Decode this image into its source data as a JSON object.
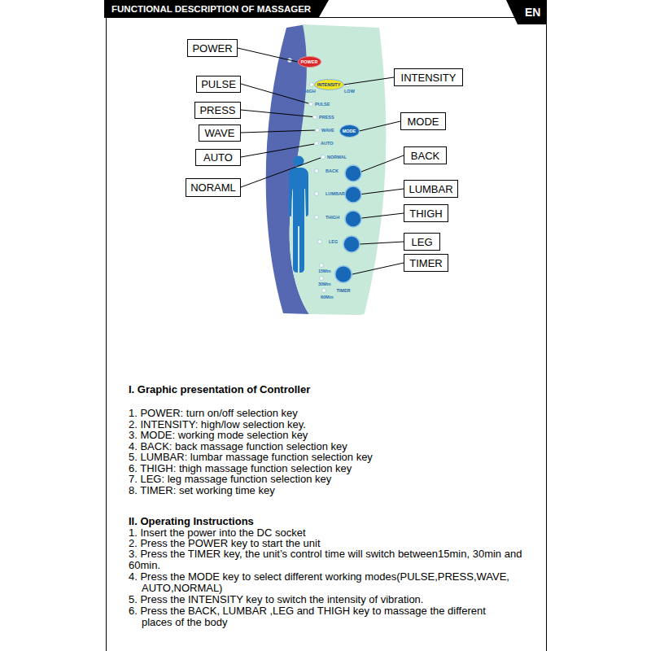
{
  "diagram": {
    "title": "FUNCTIONAL DESCRIPTION OF MASSAGER",
    "nodes": [
      {
        "text": [
          "POWER"
        ]
      },
      {
        "text": [
          "POWER"
        ]
      },
      {
        "text": [
          "INTENSITY"
        ]
      },
      {
        "text": [
          "INTENSITY"
        ]
      },
      {
        "text": [
          "PULSE"
        ]
      },
      {
        "text": [
          "PRESS"
        ]
      },
      {
        "text": [
          "WAVE"
        ]
      },
      {
        "text": [
          "MODE"
        ]
      },
      {
        "text": [
          "MODE"
        ]
      },
      {
        "text": [
          "AUTO"
        ]
      },
      {
        "text": [
          "NORAML"
        ]
      },
      {
        "text": [
          "BACK"
        ]
      },
      {
        "text": [
          "LUMBAR"
        ]
      },
      {
        "text": [
          "THIGH"
        ]
      },
      {
        "text": [
          "LEG"
        ]
      },
      {
        "text": [
          "TIMER"
        ]
      },
      {
        "text": [
          "TIMER"
        ]
      }
    ],
    "edges": [
      {
        "from": 0,
        "to": 1,
        "arrow": "none"
      },
      {
        "from": 3,
        "to": 2,
        "arrow": "none"
      },
      {
        "from": 8,
        "to": 7,
        "arrow": "none"
      },
      {
        "from": 16,
        "to": 15,
        "arrow": "none"
      }
    ],
    "labels": [
      "EN",
      "HIGH",
      "LOW",
      "PULSE",
      "PRESS",
      "WAVE",
      "AUTO",
      "NORMAL",
      "BACK",
      "LUMBAR",
      "THIGH",
      "LEG",
      "15Min",
      "30Min",
      "60Min",
      "I. Graphic presentation of Controller",
      "1. POWER: turn on/off selection key",
      "2. INTENSITY: high/low selection key.",
      "3. MODE: working mode selection key",
      "4. BACK: back massage function selection key",
      "5. LUMBAR: lumbar massage function selection key",
      "6. THIGH: thigh massage function selection key",
      "7. LEG: leg massage function selection key",
      "8. TIMER: set working time key",
      "II. Operating Instructions",
      "1. Insert the power into the DC socket",
      "2. Press the POWER key to start the unit",
      "3. Press the TIMER key, the unit’s control time will switch between15min, 30min and 60min.",
      "4. Press the MODE key to select different working modes(PULSE,PRESS,WAVE, AUTO,NORMAL)",
      "5. Press the INTENSITY key to switch the intensity of vibration.",
      "6. Press the BACK, LUMBAR ,LEG and THIGH key to massage the different places of the body"
    ]
  }
}
